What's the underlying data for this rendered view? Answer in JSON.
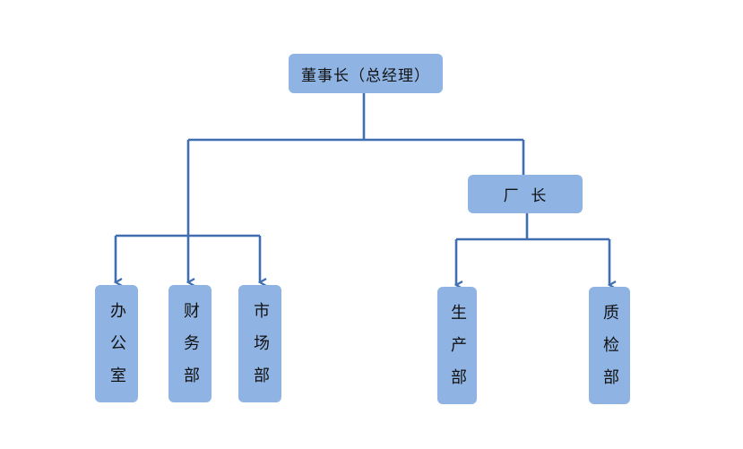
{
  "org_chart": {
    "line_color": "#3f6fb0",
    "box_color": "#8fb4e3",
    "root": {
      "label": "董事长（总经理）"
    },
    "factory": {
      "label": "厂  长"
    },
    "departments": [
      {
        "label": "办公室"
      },
      {
        "label": "财务部"
      },
      {
        "label": "市场部"
      },
      {
        "label": "生产部"
      },
      {
        "label": "质检部"
      }
    ]
  }
}
